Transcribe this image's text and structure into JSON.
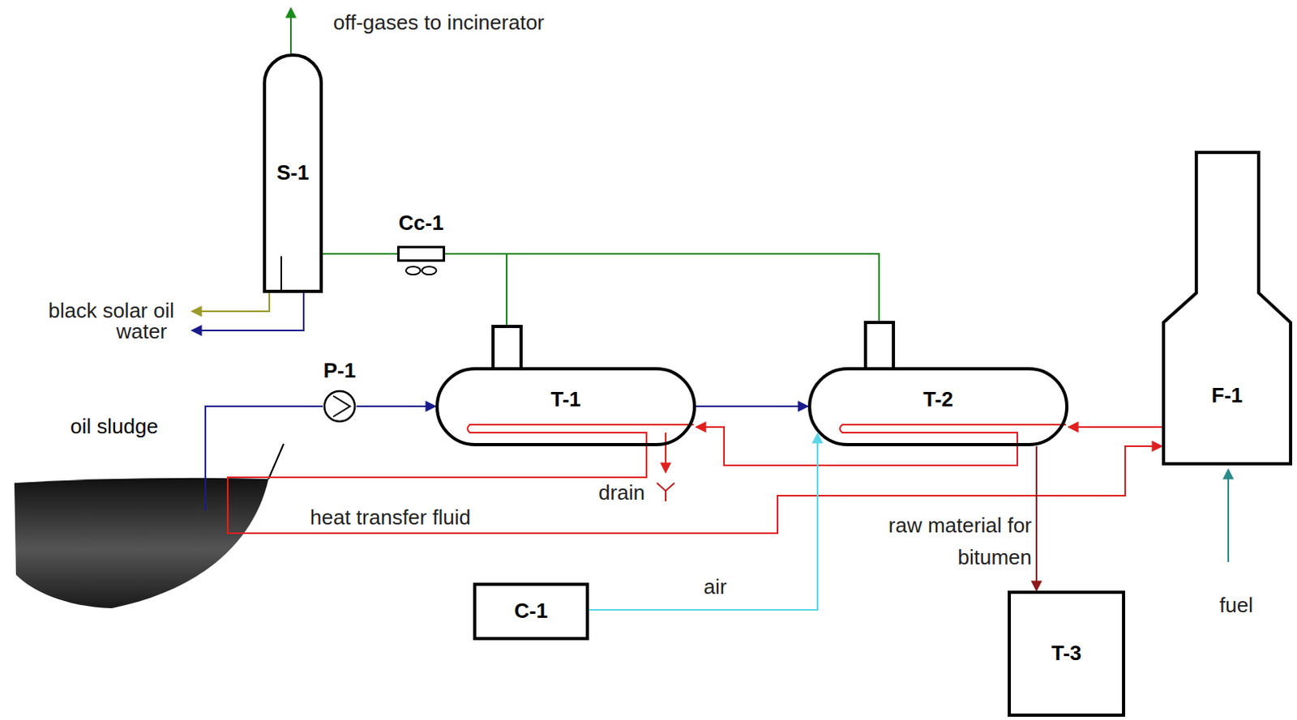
{
  "diagram": {
    "nodes": [
      {
        "text": [
          "S-1"
        ]
      },
      {
        "text": [
          "Cc-1"
        ]
      },
      {
        "text": [
          "P-1"
        ]
      },
      {
        "text": [
          "T-1"
        ]
      },
      {
        "text": [
          "T-2"
        ]
      },
      {
        "text": [
          "F-1"
        ]
      },
      {
        "text": [
          "oil sludge"
        ]
      },
      {
        "text": [
          "C-1"
        ]
      },
      {
        "text": [
          "T-3"
        ]
      }
    ],
    "edges": [
      {
        "from": 3,
        "to": 1,
        "arrow": "none"
      },
      {
        "from": 4,
        "to": 1,
        "arrow": "none"
      },
      {
        "from": 1,
        "to": 0,
        "arrow": "none"
      },
      {
        "from": 6,
        "to": 2,
        "arrow": "none"
      },
      {
        "from": 2,
        "to": 3,
        "arrow": "to"
      },
      {
        "from": 3,
        "to": 4,
        "arrow": "to"
      },
      {
        "from": 5,
        "to": 4,
        "arrow": "to"
      },
      {
        "from": 4,
        "to": 3,
        "arrow": "to"
      },
      {
        "from": 3,
        "to": 5,
        "arrow": "to"
      },
      {
        "from": 7,
        "to": 4,
        "arrow": "to"
      },
      {
        "from": 4,
        "to": 8,
        "arrow": "to"
      }
    ],
    "labels": [
      "off-gases to incinerator",
      "black solar oil",
      "water",
      "drain",
      "heat transfer fluid",
      "raw material for bitumen",
      "air",
      "fuel"
    ]
  }
}
